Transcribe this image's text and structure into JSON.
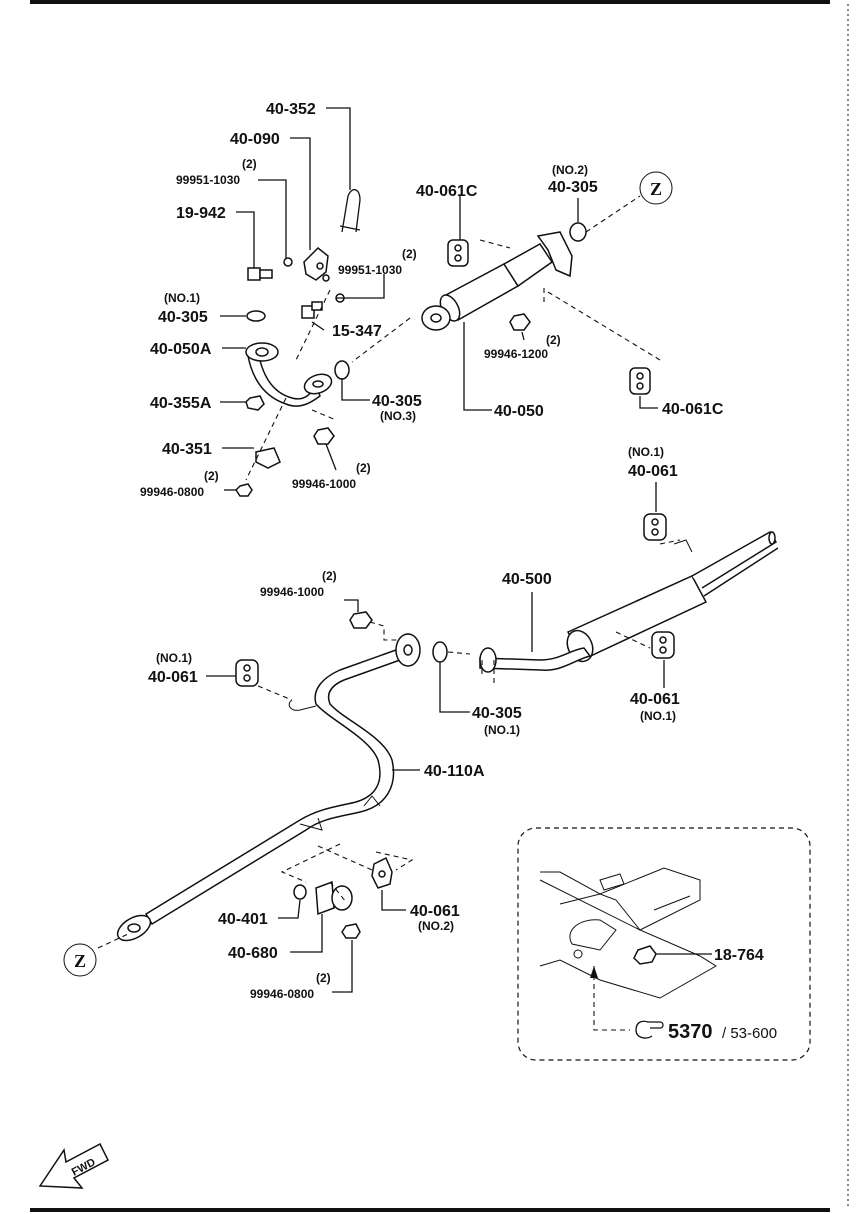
{
  "labels": {
    "p40_352": "40-352",
    "p40_090": "40-090",
    "q_99951_1030_top": "(2)",
    "p99951_1030_top": "99951-1030",
    "p19_942": "19-942",
    "q_99951_1030_mid": "(2)",
    "p99951_1030_mid": "99951-1030",
    "q_40_305_no1_top": "(NO.1)",
    "p40_305_no1_top": "40-305",
    "p15_347": "15-347",
    "p40_050A": "40-050A",
    "p40_355A": "40-355A",
    "p40_305_no3": "40-305",
    "q_40_305_no3": "(NO.3)",
    "p40_351": "40-351",
    "q_99946_0800_top": "(2)",
    "p99946_0800_top": "99946-0800",
    "q_99946_1000_top": "(2)",
    "p99946_1000_top": "99946-1000",
    "p40_061C_top": "40-061C",
    "q_40_305_no2": "(NO.2)",
    "p40_305_no2": "40-305",
    "z_top": "Z",
    "q_99946_1200": "(2)",
    "p99946_1200": "99946-1200",
    "p40_050": "40-050",
    "p40_061C_right": "40-061C",
    "q_40_061_no1_top": "(NO.1)",
    "p40_061_no1_top": "40-061",
    "p40_500": "40-500",
    "q_99946_1000_mid": "(2)",
    "p99946_1000_mid": "99946-1000",
    "q_40_061_no1_left": "(NO.1)",
    "p40_061_no1_left": "40-061",
    "p40_305_no1_mid": "40-305",
    "q_40_305_no1_mid": "(NO.1)",
    "p40_061_no1_right": "40-061",
    "q_40_061_no1_right": "(NO.1)",
    "p40_110A": "40-110A",
    "p40_401": "40-401",
    "p40_680": "40-680",
    "q_99946_0800_bot": "(2)",
    "p99946_0800_bot": "99946-0800",
    "p40_061_no2": "40-061",
    "q_40_061_no2": "(NO.2)",
    "z_bottom": "Z",
    "p18_764": "18-764",
    "ref_main": "5370",
    "ref_sub": "/ 53-600",
    "fwd": "FWD"
  },
  "icons": {
    "reference": "pointing-hand-icon",
    "direction": "fwd-arrow-icon"
  }
}
